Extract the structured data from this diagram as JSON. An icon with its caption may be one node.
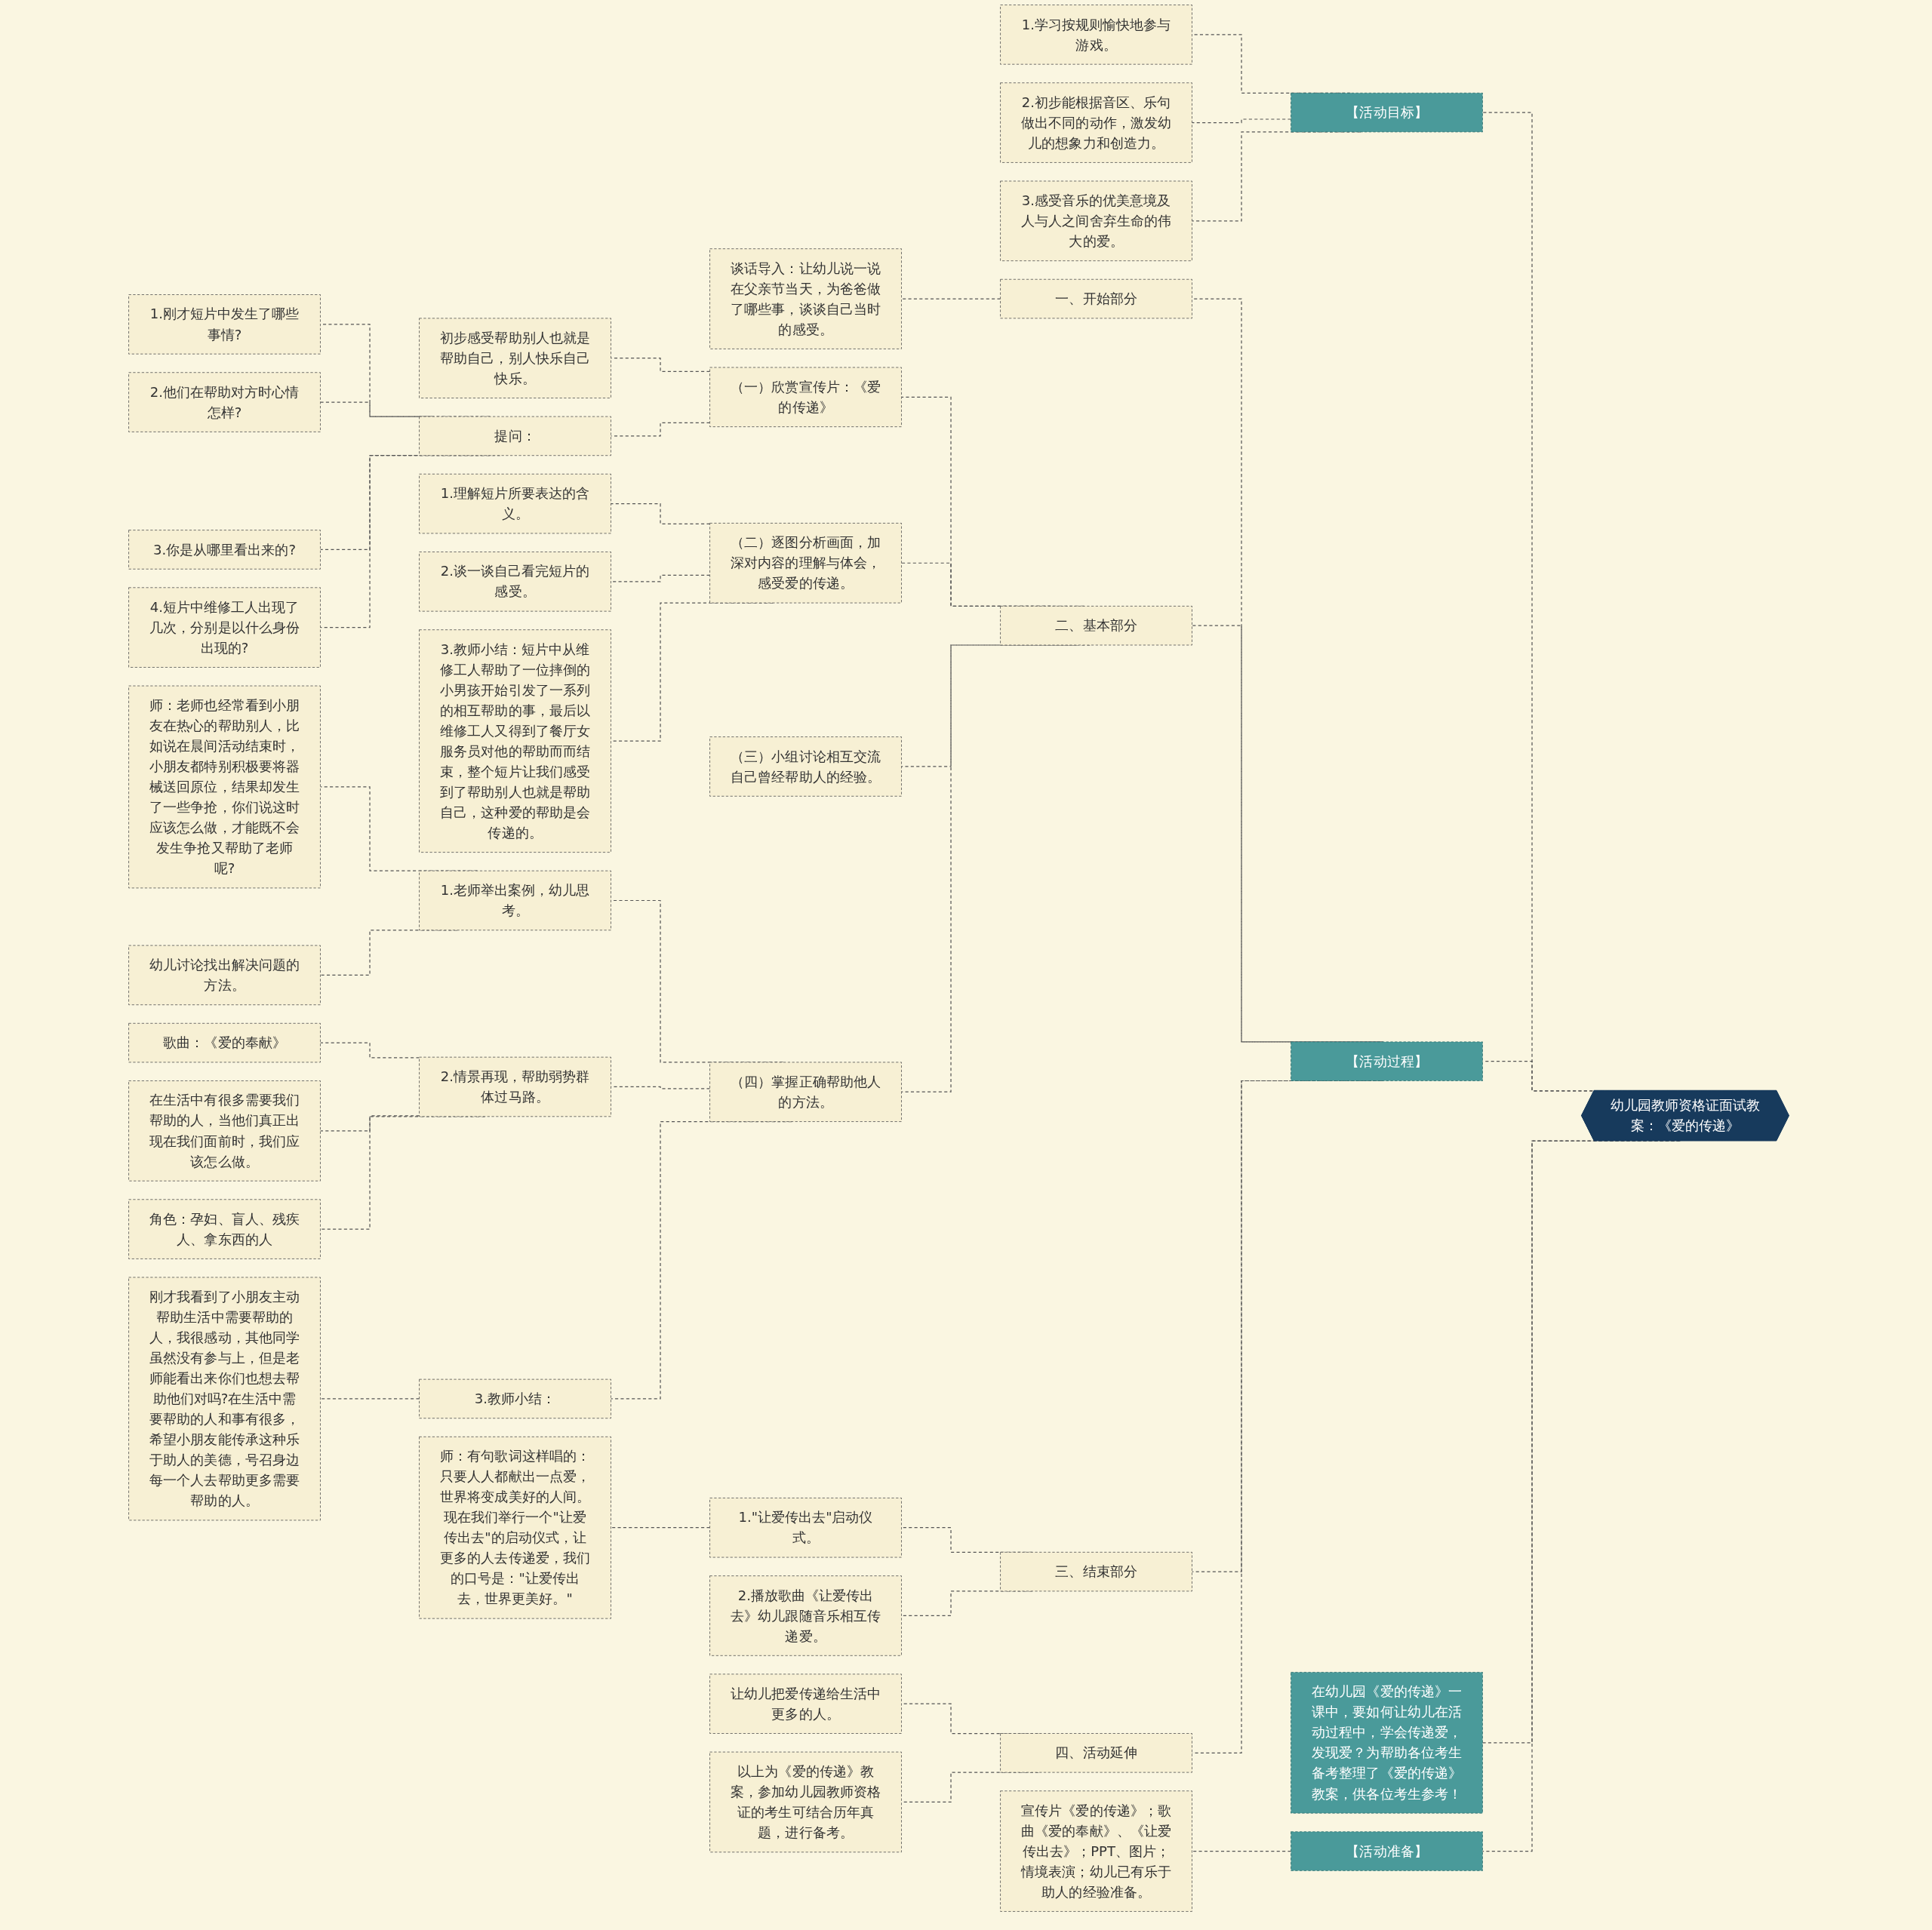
{
  "diagram": {
    "nodes": [
      {
        "text": [
          "幼儿园教师资格证面试教案：《爱的传递》"
        ]
      },
      {
        "text": [
          "【活动目标】"
        ]
      },
      {
        "text": [
          "1.学习按规则愉快地参与游戏。"
        ]
      },
      {
        "text": [
          "2.初步能根据音区、乐句做出不同的动作，激发幼儿的想象力和创造力。"
        ]
      },
      {
        "text": [
          "3.感受音乐的优美意境及人与人之间舍弃生命的伟大的爱。"
        ]
      },
      {
        "text": [
          "【活动过程】"
        ]
      },
      {
        "text": [
          "一、开始部分"
        ]
      },
      {
        "text": [
          "谈话导入：让幼儿说一说在父亲节当天，为爸爸做了哪些事，谈谈自己当时的感受。"
        ]
      },
      {
        "text": [
          "二、基本部分"
        ]
      },
      {
        "text": [
          "（一）欣赏宣传片：《爱的传递》"
        ]
      },
      {
        "text": [
          "初步感受帮助别人也就是帮助自己，别人快乐自己快乐。"
        ]
      },
      {
        "text": [
          "提问："
        ]
      },
      {
        "text": [
          "1.刚才短片中发生了哪些事情?"
        ]
      },
      {
        "text": [
          "2.他们在帮助对方时心情怎样?"
        ]
      },
      {
        "text": [
          "3.你是从哪里看出来的?"
        ]
      },
      {
        "text": [
          "4.短片中维修工人出现了几次，分别是以什么身份出现的?"
        ]
      },
      {
        "text": [
          "（二）逐图分析画面，加深对内容的理解与体会，感受爱的传递。"
        ]
      },
      {
        "text": [
          "1.理解短片所要表达的含义。"
        ]
      },
      {
        "text": [
          "2.谈一谈自己看完短片的感受。"
        ]
      },
      {
        "text": [
          "3.教师小结：短片中从维修工人帮助了一位摔倒的小男孩开始引发了一系列的相互帮助的事，最后以维修工人又得到了餐厅女服务员对他的帮助而而结束，整个短片让我们感受到了帮助别人也就是帮助自己，这种爱的帮助是会传递的。"
        ]
      },
      {
        "text": [
          "（三）小组讨论相互交流自己曾经帮助人的经验。"
        ]
      },
      {
        "text": [
          "（四）掌握正确帮助他人的方法。"
        ]
      },
      {
        "text": [
          "1.老师举出案例，幼儿思考。"
        ]
      },
      {
        "text": [
          "师：老师也经常看到小朋友在热心的帮助别人，比如说在晨间活动结束时，小朋友都特别积极要将器械送回原位，结果却发生了一些争抢，你们说这时应该怎么做，才能既不会发生争抢又帮助了老师呢?"
        ]
      },
      {
        "text": [
          "幼儿讨论找出解决问题的方法。"
        ]
      },
      {
        "text": [
          "2.情景再现，帮助弱势群体过马路。"
        ]
      },
      {
        "text": [
          "歌曲：《爱的奉献》"
        ]
      },
      {
        "text": [
          "在生活中有很多需要我们帮助的人，当他们真正出现在我们面前时，我们应该怎么做。"
        ]
      },
      {
        "text": [
          "角色：孕妇、盲人、残疾人、拿东西的人"
        ]
      },
      {
        "text": [
          "3.教师小结："
        ]
      },
      {
        "text": [
          "刚才我看到了小朋友主动帮助生活中需要帮助的人，我很感动，其他同学虽然没有参与上，但是老师能看出来你们也想去帮助他们对吗?在生活中需要帮助的人和事有很多，希望小朋友能传承这种乐于助人的美德，号召身边每一个人去帮助更多需要帮助的人。"
        ]
      },
      {
        "text": [
          "三、结束部分"
        ]
      },
      {
        "text": [
          "1.\"让爱传出去\"启动仪式。"
        ]
      },
      {
        "text": [
          "师：有句歌词这样唱的：只要人人都献出一点爱，世界将变成美好的人间。现在我们举行一个\"让爱传出去\"的启动仪式，让更多的人去传递爱，我们的口号是：\"让爱传出去，世界更美好。\""
        ]
      },
      {
        "text": [
          "2.播放歌曲《让爱传出去》幼儿跟随音乐相互传递爱。"
        ]
      },
      {
        "text": [
          "四、活动延伸"
        ]
      },
      {
        "text": [
          "让幼儿把爱传递给生活中更多的人。"
        ]
      },
      {
        "text": [
          "以上为《爱的传递》教案，参加幼儿园教师资格证的考生可结合历年真题，进行备考。"
        ]
      },
      {
        "text": [
          "在幼儿园《爱的传递》一课中，要如何让幼儿在活动过程中，学会传递爱，发现爱？为帮助各位考生备考整理了《爱的传递》教案，供各位考生参考！"
        ]
      },
      {
        "text": [
          "【活动准备】"
        ]
      },
      {
        "text": [
          "宣传片《爱的传递》；歌曲《爱的奉献》、《让爱传出去》；PPT、图片；情境表演；幼儿已有乐于助人的经验准备。"
        ]
      }
    ],
    "edges": [
      {
        "from": 0,
        "to": 1,
        "arrow": "none"
      },
      {
        "from": 1,
        "to": 2,
        "arrow": "none"
      },
      {
        "from": 1,
        "to": 3,
        "arrow": "none"
      },
      {
        "from": 1,
        "to": 4,
        "arrow": "none"
      },
      {
        "from": 0,
        "to": 5,
        "arrow": "none"
      },
      {
        "from": 5,
        "to": 6,
        "arrow": "none"
      },
      {
        "from": 6,
        "to": 7,
        "arrow": "none"
      },
      {
        "from": 5,
        "to": 8,
        "arrow": "none"
      },
      {
        "from": 8,
        "to": 9,
        "arrow": "none"
      },
      {
        "from": 9,
        "to": 10,
        "arrow": "none"
      },
      {
        "from": 9,
        "to": 11,
        "arrow": "none"
      },
      {
        "from": 11,
        "to": 12,
        "arrow": "none"
      },
      {
        "from": 11,
        "to": 13,
        "arrow": "none"
      },
      {
        "from": 11,
        "to": 14,
        "arrow": "none"
      },
      {
        "from": 11,
        "to": 15,
        "arrow": "none"
      },
      {
        "from": 8,
        "to": 16,
        "arrow": "none"
      },
      {
        "from": 16,
        "to": 17,
        "arrow": "none"
      },
      {
        "from": 16,
        "to": 18,
        "arrow": "none"
      },
      {
        "from": 16,
        "to": 19,
        "arrow": "none"
      },
      {
        "from": 8,
        "to": 20,
        "arrow": "none"
      },
      {
        "from": 8,
        "to": 21,
        "arrow": "none"
      },
      {
        "from": 21,
        "to": 22,
        "arrow": "none"
      },
      {
        "from": 22,
        "to": 23,
        "arrow": "none"
      },
      {
        "from": 22,
        "to": 24,
        "arrow": "none"
      },
      {
        "from": 21,
        "to": 25,
        "arrow": "none"
      },
      {
        "from": 25,
        "to": 26,
        "arrow": "none"
      },
      {
        "from": 25,
        "to": 27,
        "arrow": "none"
      },
      {
        "from": 25,
        "to": 28,
        "arrow": "none"
      },
      {
        "from": 21,
        "to": 29,
        "arrow": "none"
      },
      {
        "from": 29,
        "to": 30,
        "arrow": "none"
      },
      {
        "from": 5,
        "to": 31,
        "arrow": "none"
      },
      {
        "from": 31,
        "to": 32,
        "arrow": "none"
      },
      {
        "from": 32,
        "to": 33,
        "arrow": "none"
      },
      {
        "from": 31,
        "to": 34,
        "arrow": "none"
      },
      {
        "from": 5,
        "to": 35,
        "arrow": "none"
      },
      {
        "from": 35,
        "to": 36,
        "arrow": "none"
      },
      {
        "from": 35,
        "to": 37,
        "arrow": "none"
      },
      {
        "from": 0,
        "to": 38,
        "arrow": "none"
      },
      {
        "from": 0,
        "to": 39,
        "arrow": "none"
      },
      {
        "from": 39,
        "to": 40,
        "arrow": "none"
      }
    ]
  }
}
